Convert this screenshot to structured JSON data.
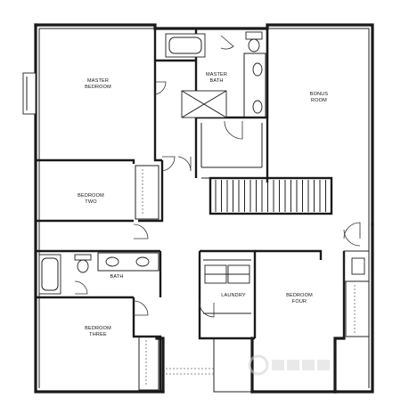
{
  "rooms": {
    "master_bedroom": [
      "MASTER",
      "BEDROOM"
    ],
    "master_bath": [
      "MASTER",
      "BATH"
    ],
    "bonus_room": [
      "BONUS",
      "ROOM"
    ],
    "bedroom_two": [
      "BEDROOM",
      "TWO"
    ],
    "bath": [
      "BATH"
    ],
    "laundry": [
      "LAUNDRY"
    ],
    "bedroom_four": [
      "BEDROOM",
      "FOUR"
    ],
    "bedroom_three": [
      "BEDROOM",
      "THREE"
    ]
  },
  "icons": {
    "watermark": "watermark-logo-icon"
  }
}
